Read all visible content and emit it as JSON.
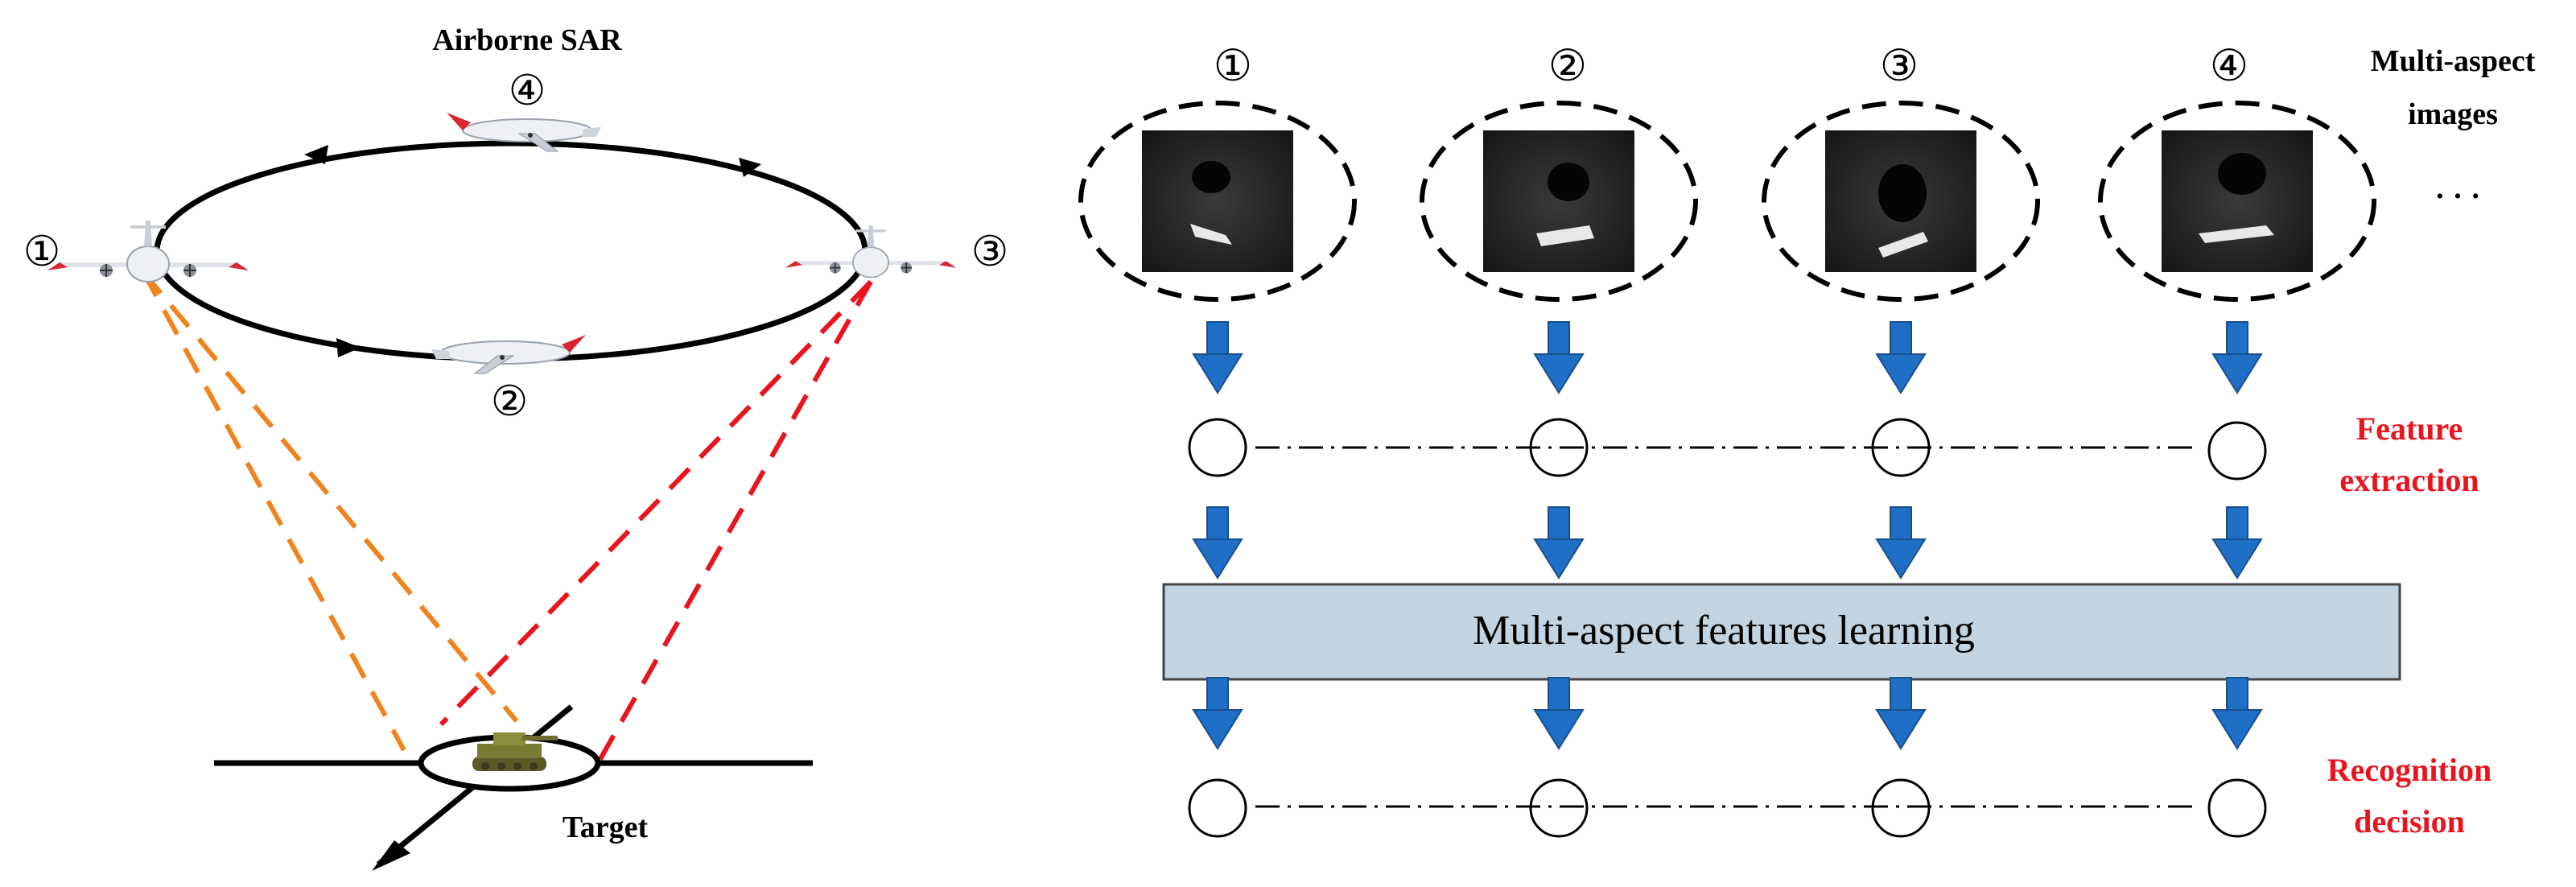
{
  "left_panel": {
    "title": "Airborne SAR",
    "target_label": "Target",
    "positions": [
      "①",
      "②",
      "③",
      "④"
    ]
  },
  "right_panel": {
    "aspect_labels": [
      "①",
      "②",
      "③",
      "④"
    ],
    "images_label_line1": "Multi-aspect",
    "images_label_line2": "images",
    "ellipsis": "· · ·",
    "feature_label_line1": "Feature",
    "feature_label_line2": "extraction",
    "learning_box_label": "Multi-aspect features learning",
    "recognition_label_line1": "Recognition",
    "recognition_label_line2": "decision"
  },
  "colors": {
    "orange_beam": "#f0831e",
    "red_beam": "#e8141e",
    "arrow_blue": "#1f6fc6",
    "box_fill": "#c2d4e2",
    "red_label": "#e8141e",
    "sar_image_bg": "#1c1c1c"
  }
}
